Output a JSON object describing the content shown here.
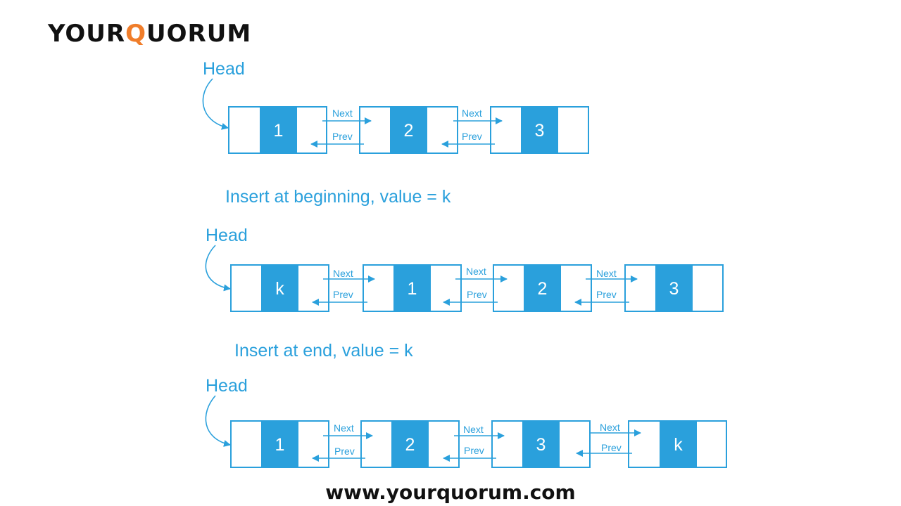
{
  "brand": {
    "prefix": "YOUR",
    "q": "Q",
    "suffix": "UORUM",
    "accent": "#f07d2a"
  },
  "footer": {
    "url": "www.yourquorum.com"
  },
  "colors": {
    "line": "#2aa0dc",
    "fill": "#2aa0dc",
    "text": "#2aa0dc"
  },
  "diagrams": [
    {
      "head_label": "Head",
      "caption": "",
      "nodes": [
        "1",
        "2",
        "3"
      ],
      "next_label": "Next",
      "prev_label": "Prev"
    },
    {
      "head_label": "Head",
      "caption": "Insert at beginning, value = k",
      "nodes": [
        "k",
        "1",
        "2",
        "3"
      ],
      "next_label": "Next",
      "prev_label": "Prev"
    },
    {
      "head_label": "Head",
      "caption": "Insert at end, value = k",
      "nodes": [
        "1",
        "2",
        "3",
        "k"
      ],
      "next_label": "Next",
      "prev_label": "Prev"
    }
  ]
}
